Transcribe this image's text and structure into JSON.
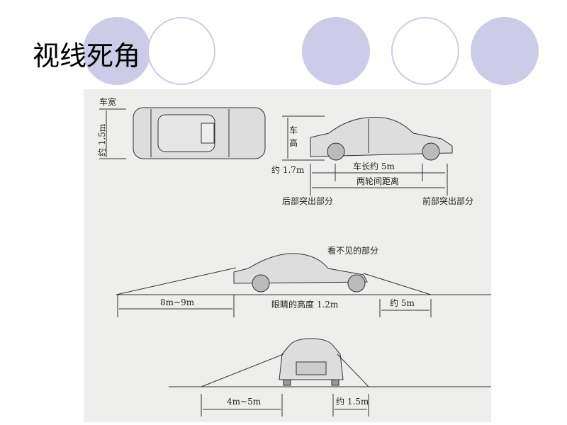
{
  "slide": {
    "title": "视线死角"
  },
  "decor": {
    "circle_fill": "#cccce8",
    "circle_border": "#cccce8"
  },
  "top_view": {
    "width_label": "车宽",
    "width_value": "约 1.5m"
  },
  "side_view": {
    "height_label_1": "车",
    "height_label_2": "高",
    "rear_overhang_value": "约 1.7m",
    "length_label": "车长约 5m",
    "wheelbase_label": "两轮间距离",
    "rear_overhang_label": "后部突出部分",
    "front_overhang_label": "前部突出部分"
  },
  "side_blind": {
    "invisible_label": "看不见的部分",
    "rear_distance": "8m~9m",
    "eye_height": "眼睛的高度 1.2m",
    "front_distance": "约 5m"
  },
  "front_blind": {
    "left_distance": "4m~5m",
    "right_distance": "约 1.5m"
  }
}
